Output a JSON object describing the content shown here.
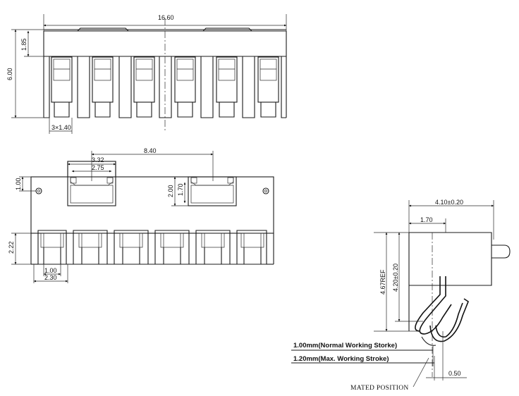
{
  "top_view": {
    "overall_width": "16.60",
    "height": "6.00",
    "tab_height": "1.85",
    "pitch": "3×1.40"
  },
  "middle_view": {
    "pitch_between_slots": "8.40",
    "slot_outer": "3.32",
    "slot_inner": "2.75",
    "hole_offset": "1.00",
    "slot_height_outer": "2.00",
    "slot_height_inner": "1.70",
    "contact_height": "2.22",
    "contact_inner_width": "1.00",
    "contact_outer_width": "2.30"
  },
  "side_view": {
    "overall_depth": "4.10±0.20",
    "body_width": "1.70",
    "ref_height": "4.67REF",
    "contact_height": "4.20±0.20",
    "normal_stroke": "1.00mm(Normal Working Storke)",
    "max_stroke": "1.20mm(Max. Working Stroke)",
    "offset": "0.50",
    "mated_position": "MATED POSITION"
  }
}
